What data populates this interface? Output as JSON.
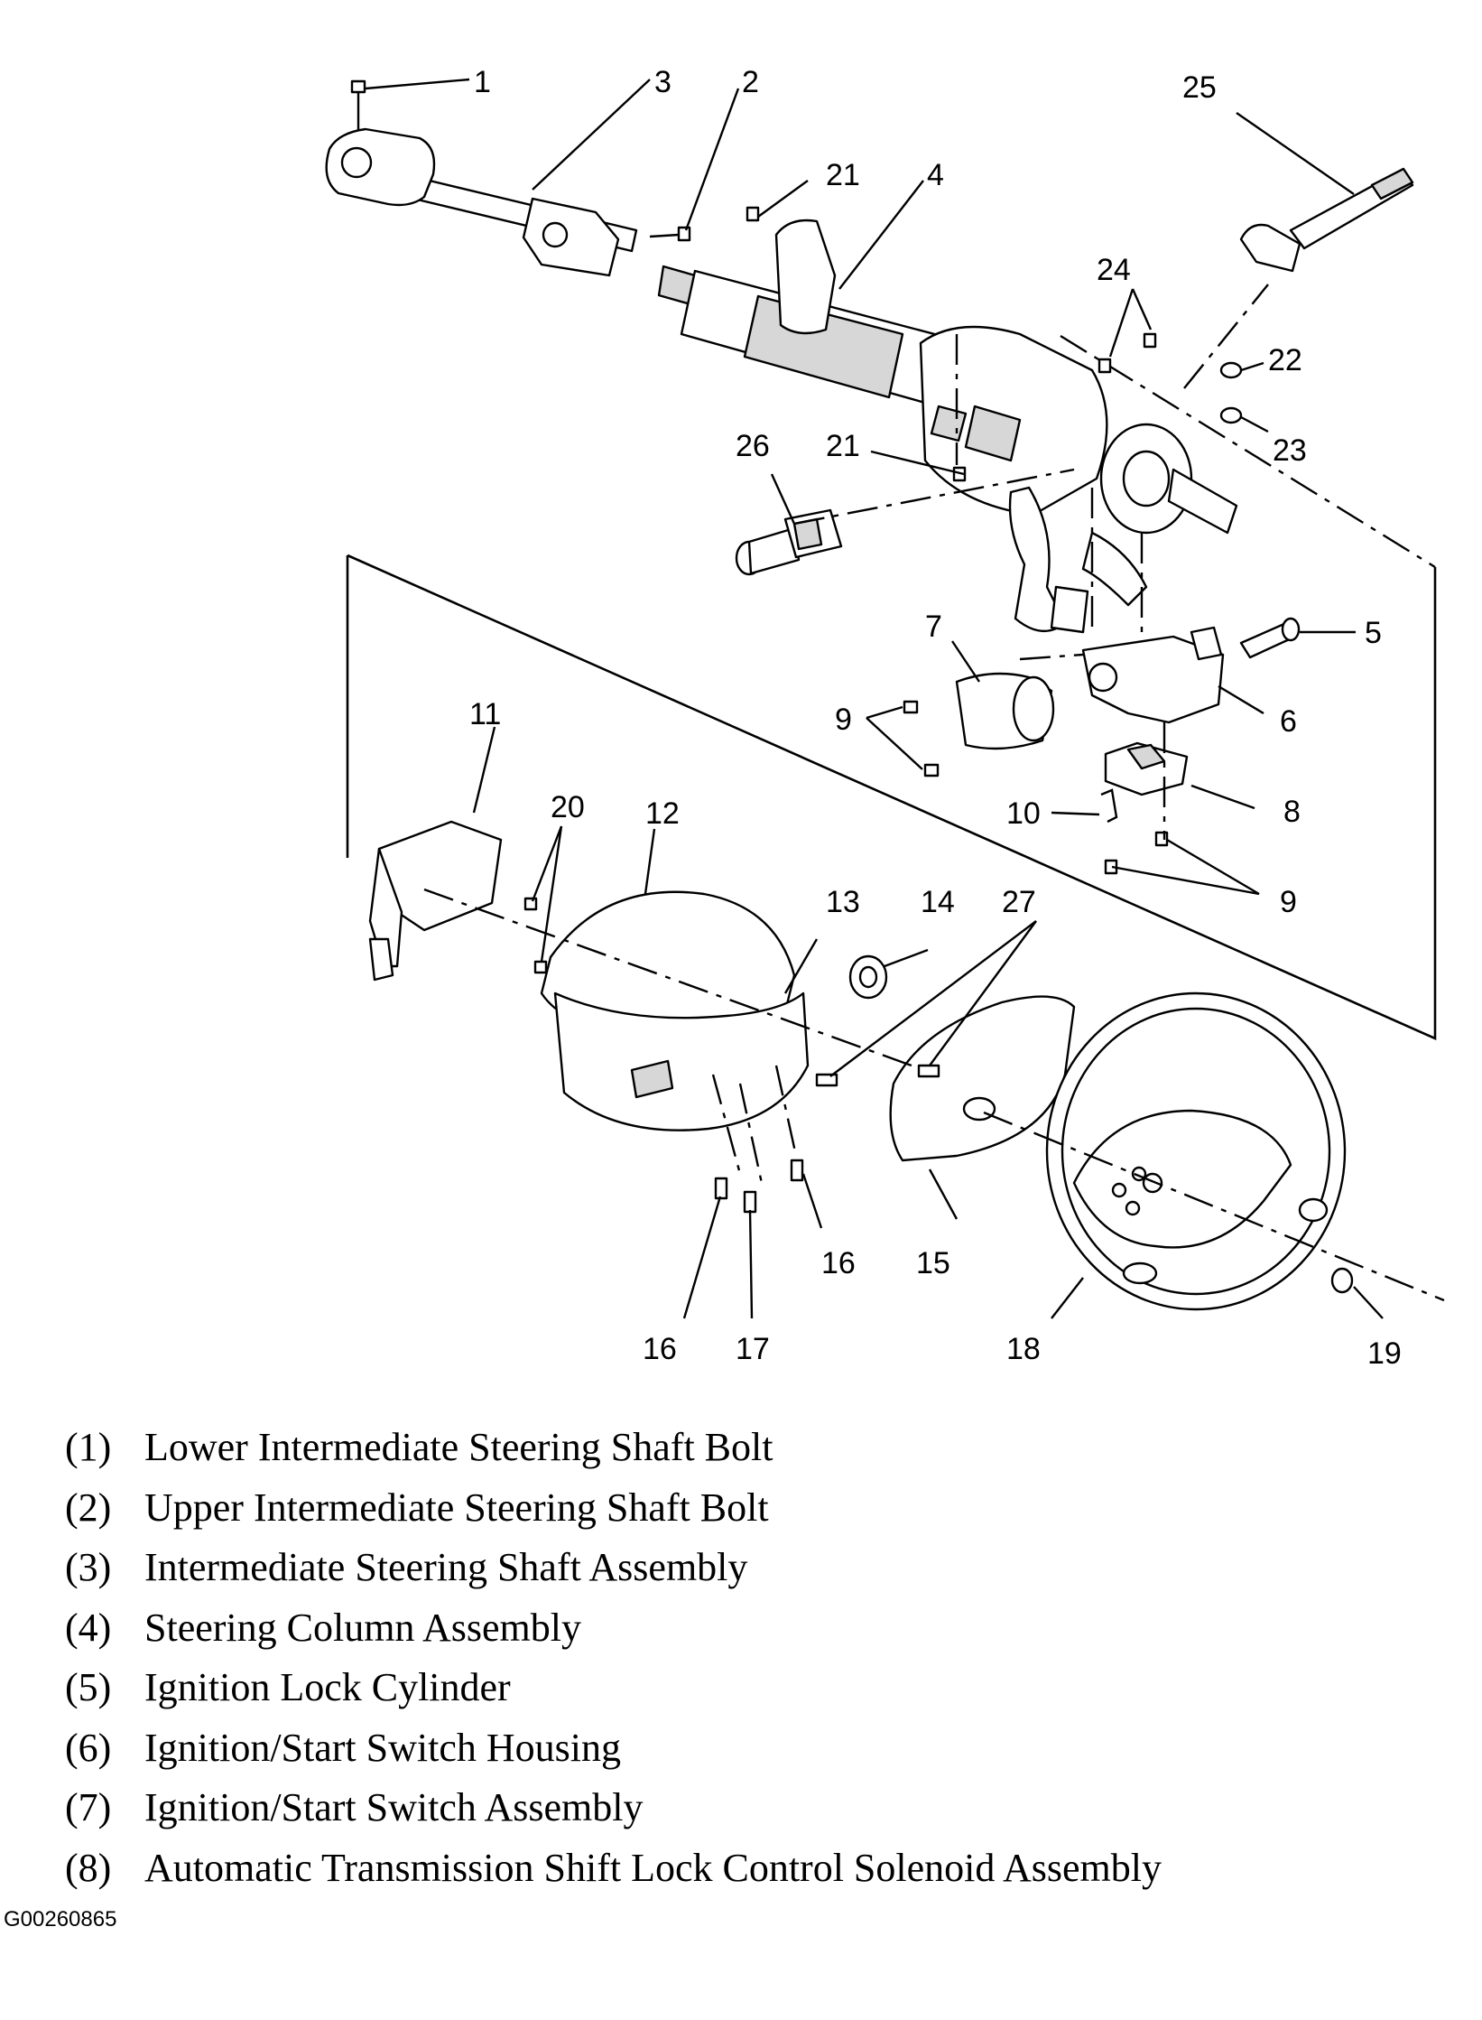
{
  "callouts": [
    {
      "id": "c1",
      "text": "1"
    },
    {
      "id": "c2",
      "text": "2"
    },
    {
      "id": "c3",
      "text": "3"
    },
    {
      "id": "c4",
      "text": "4"
    },
    {
      "id": "c5",
      "text": "5"
    },
    {
      "id": "c6",
      "text": "6"
    },
    {
      "id": "c7",
      "text": "7"
    },
    {
      "id": "c8",
      "text": "8"
    },
    {
      "id": "c9a",
      "text": "9"
    },
    {
      "id": "c9b",
      "text": "9"
    },
    {
      "id": "c10",
      "text": "10"
    },
    {
      "id": "c11",
      "text": "11"
    },
    {
      "id": "c12",
      "text": "12"
    },
    {
      "id": "c13",
      "text": "13"
    },
    {
      "id": "c14",
      "text": "14"
    },
    {
      "id": "c15",
      "text": "15"
    },
    {
      "id": "c16a",
      "text": "16"
    },
    {
      "id": "c16b",
      "text": "16"
    },
    {
      "id": "c17",
      "text": "17"
    },
    {
      "id": "c18",
      "text": "18"
    },
    {
      "id": "c19",
      "text": "19"
    },
    {
      "id": "c20",
      "text": "20"
    },
    {
      "id": "c21a",
      "text": "21"
    },
    {
      "id": "c21b",
      "text": "21"
    },
    {
      "id": "c22",
      "text": "22"
    },
    {
      "id": "c23",
      "text": "23"
    },
    {
      "id": "c24",
      "text": "24"
    },
    {
      "id": "c25",
      "text": "25"
    },
    {
      "id": "c26",
      "text": "26"
    },
    {
      "id": "c27",
      "text": "27"
    }
  ],
  "legend": [
    {
      "num": "(1)",
      "label": "Lower Intermediate Steering Shaft Bolt"
    },
    {
      "num": "(2)",
      "label": "Upper Intermediate Steering Shaft Bolt"
    },
    {
      "num": "(3)",
      "label": "Intermediate Steering Shaft Assembly"
    },
    {
      "num": "(4)",
      "label": "Steering Column Assembly"
    },
    {
      "num": "(5)",
      "label": "Ignition Lock Cylinder"
    },
    {
      "num": "(6)",
      "label": "Ignition/Start Switch Housing"
    },
    {
      "num": "(7)",
      "label": "Ignition/Start Switch Assembly"
    },
    {
      "num": "(8)",
      "label": "Automatic Transmission Shift Lock Control Solenoid Assembly"
    }
  ],
  "image_code": "G00260865"
}
